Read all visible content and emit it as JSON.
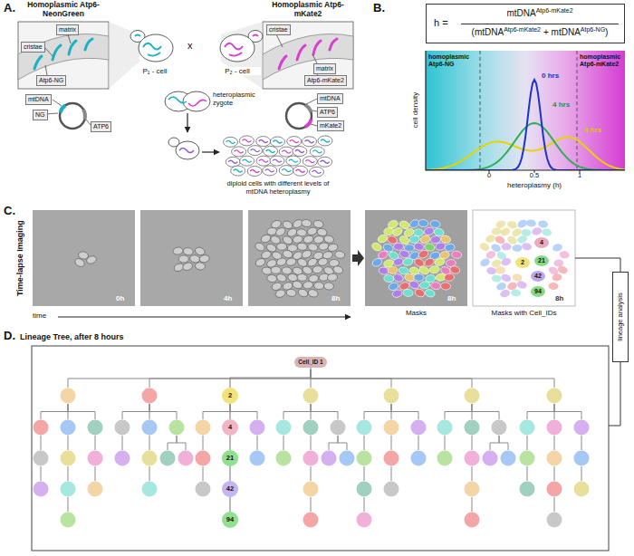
{
  "diagram": {
    "nodes": [
      {
        "text": [
          "matrix"
        ]
      },
      {
        "text": [
          "cristae"
        ]
      },
      {
        "text": [
          "Atp6-NG"
        ]
      },
      {
        "text": [
          "mtDNA"
        ]
      },
      {
        "text": [
          "NG"
        ]
      },
      {
        "text": [
          "ATP6"
        ]
      },
      {
        "text": [
          "cristae"
        ]
      },
      {
        "text": [
          "matrix"
        ]
      },
      {
        "text": [
          "Atp6-mKate2"
        ]
      },
      {
        "text": [
          "mtDNA"
        ]
      },
      {
        "text": [
          "ATP6"
        ]
      },
      {
        "text": [
          "mKate2"
        ]
      },
      {
        "text": [
          "h =",
          "mtDNA",
          "Atp6-mKate2",
          "(mtDNA",
          "Atp6-mKate2",
          "+ mtDNA",
          "Atp6-NG",
          ")"
        ]
      },
      {
        "text": [
          "lineage analysis"
        ]
      },
      {
        "text": [
          "4"
        ]
      },
      {
        "text": [
          "2"
        ]
      },
      {
        "text": [
          "21"
        ]
      },
      {
        "text": [
          "42"
        ]
      },
      {
        "text": [
          "94"
        ]
      },
      {
        "text": [
          "Cell_ID 1"
        ]
      },
      {
        "text": [
          "2"
        ]
      },
      {
        "text": [
          "4"
        ]
      },
      {
        "text": [
          "21"
        ]
      },
      {
        "text": [
          "42"
        ]
      },
      {
        "text": [
          "94"
        ]
      }
    ],
    "edges": [
      {
        "from": 19,
        "to": 20,
        "arrow": "none"
      },
      {
        "from": 20,
        "to": 21,
        "arrow": "none"
      },
      {
        "from": 21,
        "to": 22,
        "arrow": "none"
      },
      {
        "from": 22,
        "to": 23,
        "arrow": "none"
      },
      {
        "from": 23,
        "to": 24,
        "arrow": "none"
      }
    ],
    "labels": [
      "A.",
      "Homoplasmic Atp6-NeonGreen",
      "Homoplasmic Atp6-mKate2",
      "P₁ - cell",
      "x",
      "P₂ - cell",
      "heteroplasmic zygote",
      "diploid cells with different levels of mtDNA heteroplasmy",
      "B.",
      "homoplasmic Atp6-NG",
      "homoplasmic Atp6-mKate2",
      "0 hrs",
      "4 hrs",
      "8 hrs",
      "cell density",
      "heteroplasmy (h)",
      "0",
      "0.5",
      "1",
      "C.",
      "Time-lapse Imaging",
      "0h",
      "4h",
      "8h",
      "time",
      "8h",
      "Masks",
      "8h",
      "Masks with Cell_IDs",
      "D.",
      "Lineage Tree, after 8 hours"
    ]
  }
}
